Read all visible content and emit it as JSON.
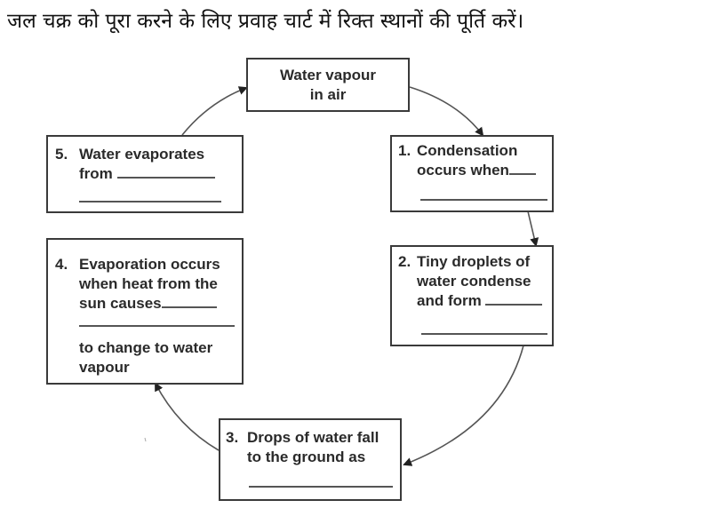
{
  "question": {
    "text": "जल चक्र को पूरा करने के लिए प्रवाह चार्ट में रिक्त स्थानों की पूर्ति करें।"
  },
  "diagram": {
    "type": "cycle-flowchart",
    "nodes": [
      {
        "id": "center",
        "lines": [
          "Water vapour",
          "in air"
        ]
      },
      {
        "id": "1",
        "number": "1.",
        "lines": [
          "Condensation",
          "occurs when"
        ],
        "blanks": 2
      },
      {
        "id": "2",
        "number": "2.",
        "lines": [
          "Tiny droplets of",
          "water condense",
          "and form"
        ],
        "blanks": 2
      },
      {
        "id": "3",
        "number": "3.",
        "lines": [
          "Drops of water fall",
          "to the ground as"
        ],
        "blanks": 1
      },
      {
        "id": "4",
        "number": "4.",
        "lines": [
          "Evaporation occurs",
          "when heat from the",
          "sun causes",
          "to change to water",
          "vapour"
        ],
        "blanks": 2
      },
      {
        "id": "5",
        "number": "5.",
        "lines": [
          "Water evaporates",
          "from"
        ],
        "blanks": 2
      }
    ],
    "edges": [
      {
        "from": "center",
        "to": "1"
      },
      {
        "from": "1",
        "to": "2"
      },
      {
        "from": "2",
        "to": "3"
      },
      {
        "from": "3",
        "to": "4"
      },
      {
        "from": "4",
        "to": "5"
      },
      {
        "from": "5",
        "to": "center"
      }
    ],
    "colors": {
      "stroke": "#3a3a3a",
      "text": "#2a2a2a",
      "background": "#ffffff"
    }
  }
}
